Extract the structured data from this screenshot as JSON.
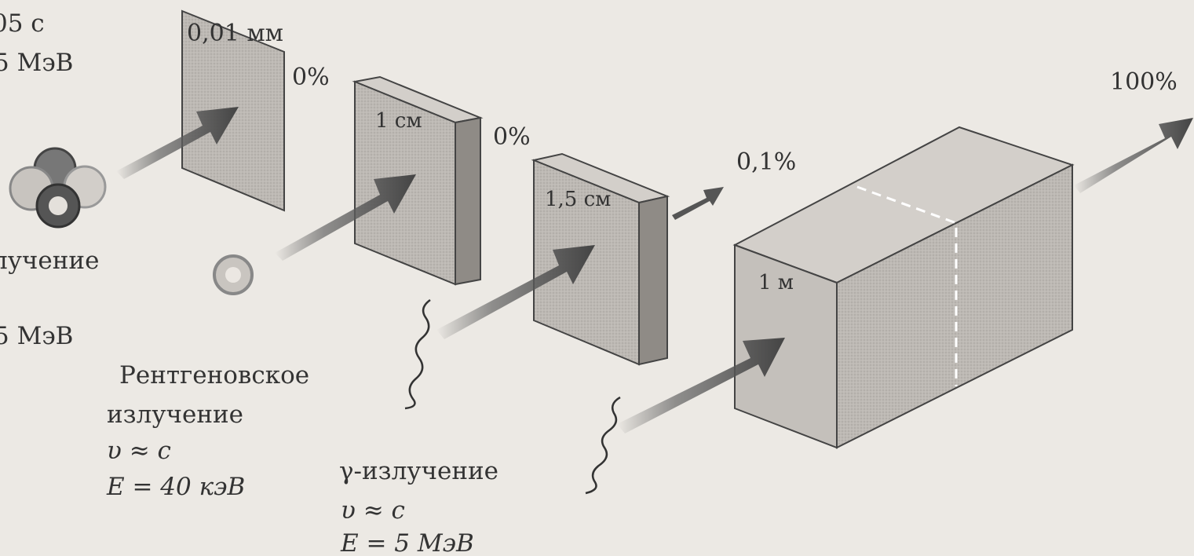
{
  "alpha": {
    "t_line": "05 с",
    "e_line": "5 МэВ"
  },
  "beta": {
    "label": "лучение",
    "e_line": "5 МэВ"
  },
  "xray": {
    "line1": "Рентгеновское",
    "line2": "излучение",
    "v_line": "υ ≈ c",
    "e_line": "E = 40 кэВ"
  },
  "gamma": {
    "line1": "γ-излучение",
    "v_line": "υ ≈ c",
    "e_line": "E = 5 МэВ"
  },
  "barriers": [
    {
      "thickness": "0,01 мм",
      "transmitted": "0%"
    },
    {
      "thickness": "1 см",
      "transmitted": "0%"
    },
    {
      "thickness": "1,5 см",
      "transmitted": "0,1%"
    },
    {
      "thickness": "1 м",
      "transmitted": "100%"
    }
  ],
  "colors": {
    "ink": "#333333",
    "slab": "#b9b5b0",
    "slab_side": "#8f8b86",
    "arrow": "#555555",
    "background": "#ece9e4"
  }
}
